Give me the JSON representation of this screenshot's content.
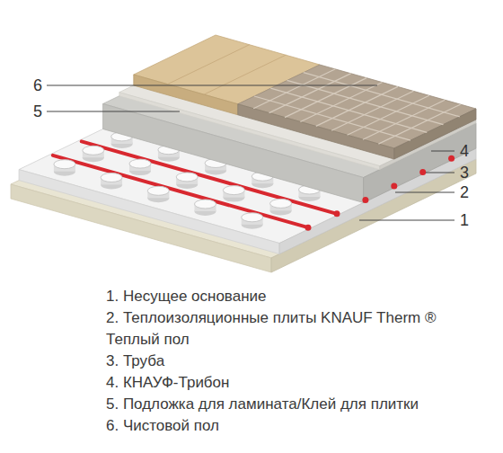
{
  "diagram": {
    "labels": [
      "6",
      "5",
      "4",
      "3",
      "2",
      "1",
      "1. Несущее основание",
      "2. Теплоизоляционные плиты KNAUF Therm ® Теплый пол",
      "3. Труба",
      "4. КНАУФ-Трибон",
      "5. Подложка для ламината/Клей для плитки",
      "6. Чистовой пол"
    ]
  }
}
